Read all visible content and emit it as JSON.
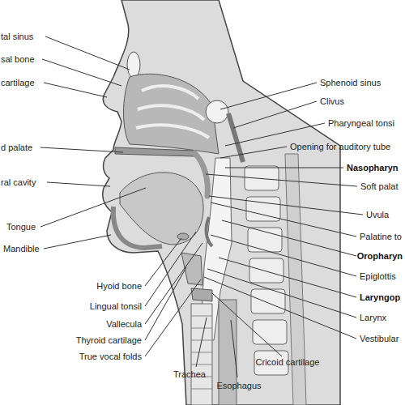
{
  "diagram": {
    "labels": [
      "tal sinus",
      "sal bone",
      "cartilage",
      "d palate",
      "ral cavity",
      "Tongue",
      "Mandible",
      "Sphenoid sinus",
      "Clivus",
      "Pharyngeal tonsi",
      "Opening for auditory tube",
      "Nasopharyn",
      "Soft palat",
      "Uvula",
      "Palatine to",
      "Oropharyn",
      "Epiglottis",
      "Laryngop",
      "Larynx",
      "Vestibular",
      "Hyoid bone",
      "Lingual tonsil",
      "Vallecula",
      "Thyroid cartilage",
      "True vocal folds",
      "Trachea",
      "Esophagus",
      "Cricoid cartilage"
    ]
  }
}
